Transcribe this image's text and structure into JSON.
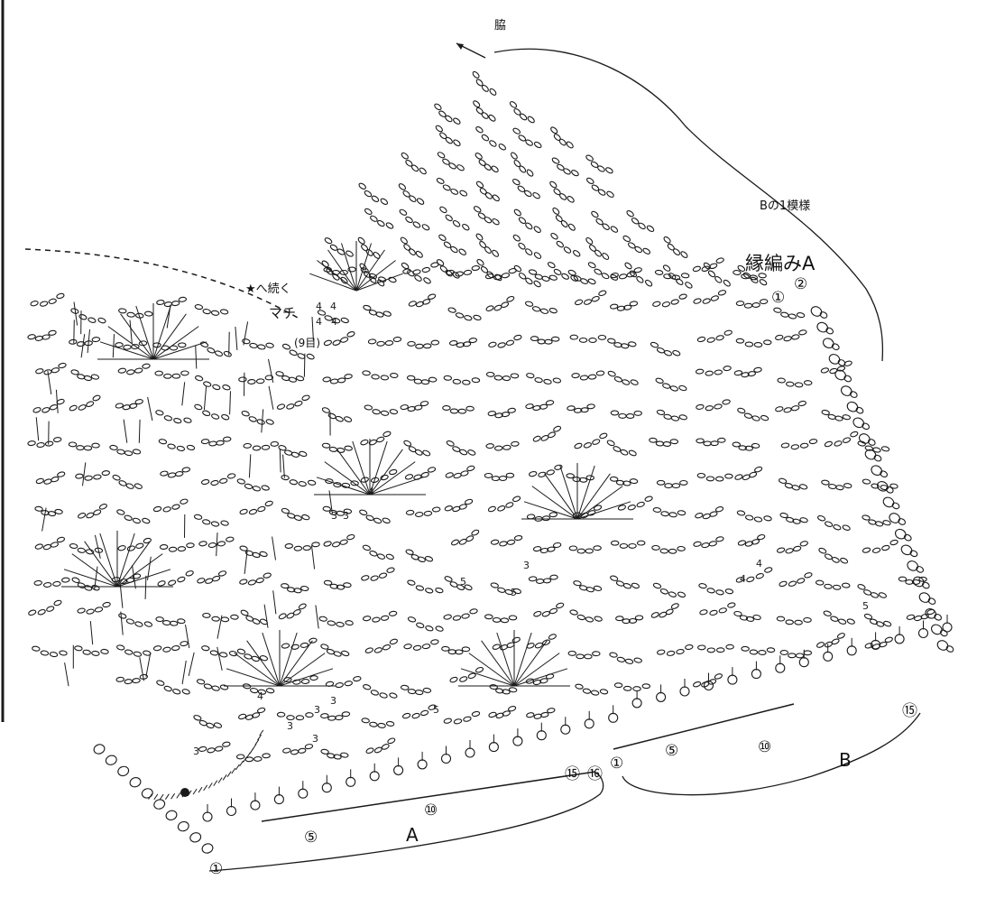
{
  "labels": {
    "side": "脇",
    "b_one_repeat": "Bの1模様",
    "edging_a": "縁編みA",
    "star_continue": "★へ続く",
    "gusset": "マチ",
    "gusset_stitches": "(9目)",
    "section_a": "A",
    "section_b": "B"
  },
  "row_markers": {
    "edging_row_1": "①",
    "edging_row_2": "②",
    "a_row_1": "①",
    "a_row_5": "⑤",
    "a_row_10": "⑩",
    "a_row_15": "⑮",
    "a_row_16": "⑯",
    "b_row_1": "①",
    "b_row_5": "⑤",
    "b_row_10": "⑩",
    "b_row_15": "⑮"
  },
  "stitch_counts": [
    "4",
    "4",
    "4",
    "4",
    "4",
    "3",
    "3",
    "3",
    "3",
    "4",
    "3",
    "3",
    "3",
    "5",
    "5",
    "5",
    "3",
    "4",
    "4",
    "5"
  ],
  "colors": {
    "ink": "#1a1a1a",
    "background": "#ffffff"
  }
}
